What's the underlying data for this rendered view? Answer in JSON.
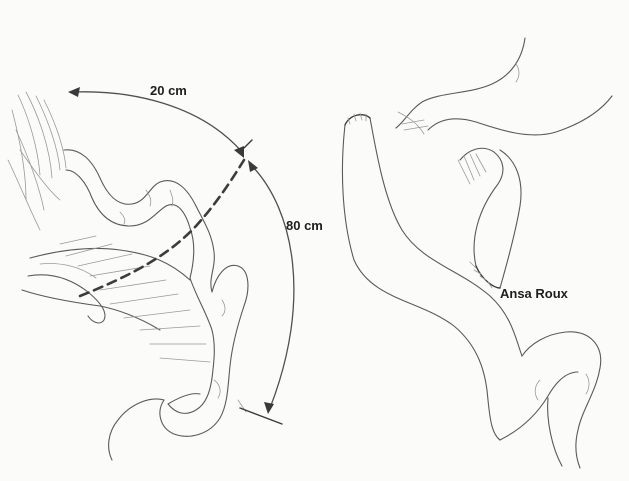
{
  "figure": {
    "labels": {
      "proximal_length": "20 cm",
      "distal_length": "80 cm",
      "limb_name": "Ansa Roux"
    },
    "colors": {
      "background": "#fbfbfa",
      "ink": "#5a5a5a",
      "label": "#1e1e1e"
    }
  }
}
